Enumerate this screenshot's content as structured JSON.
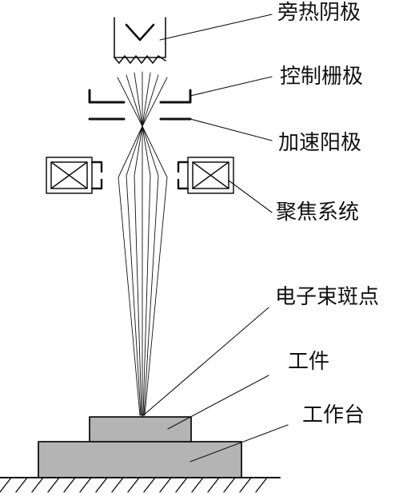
{
  "labels": {
    "cathode": "旁热阴极",
    "control_grid": "控制栅极",
    "accelerating_anode": "加速阳极",
    "focusing_system": "聚焦系统",
    "beam_spot": "电子束斑点",
    "workpiece": "工件",
    "worktable": "工作台"
  },
  "colors": {
    "line": "#111111",
    "block_fill": "#b4b4b4",
    "background": "#ffffff"
  }
}
